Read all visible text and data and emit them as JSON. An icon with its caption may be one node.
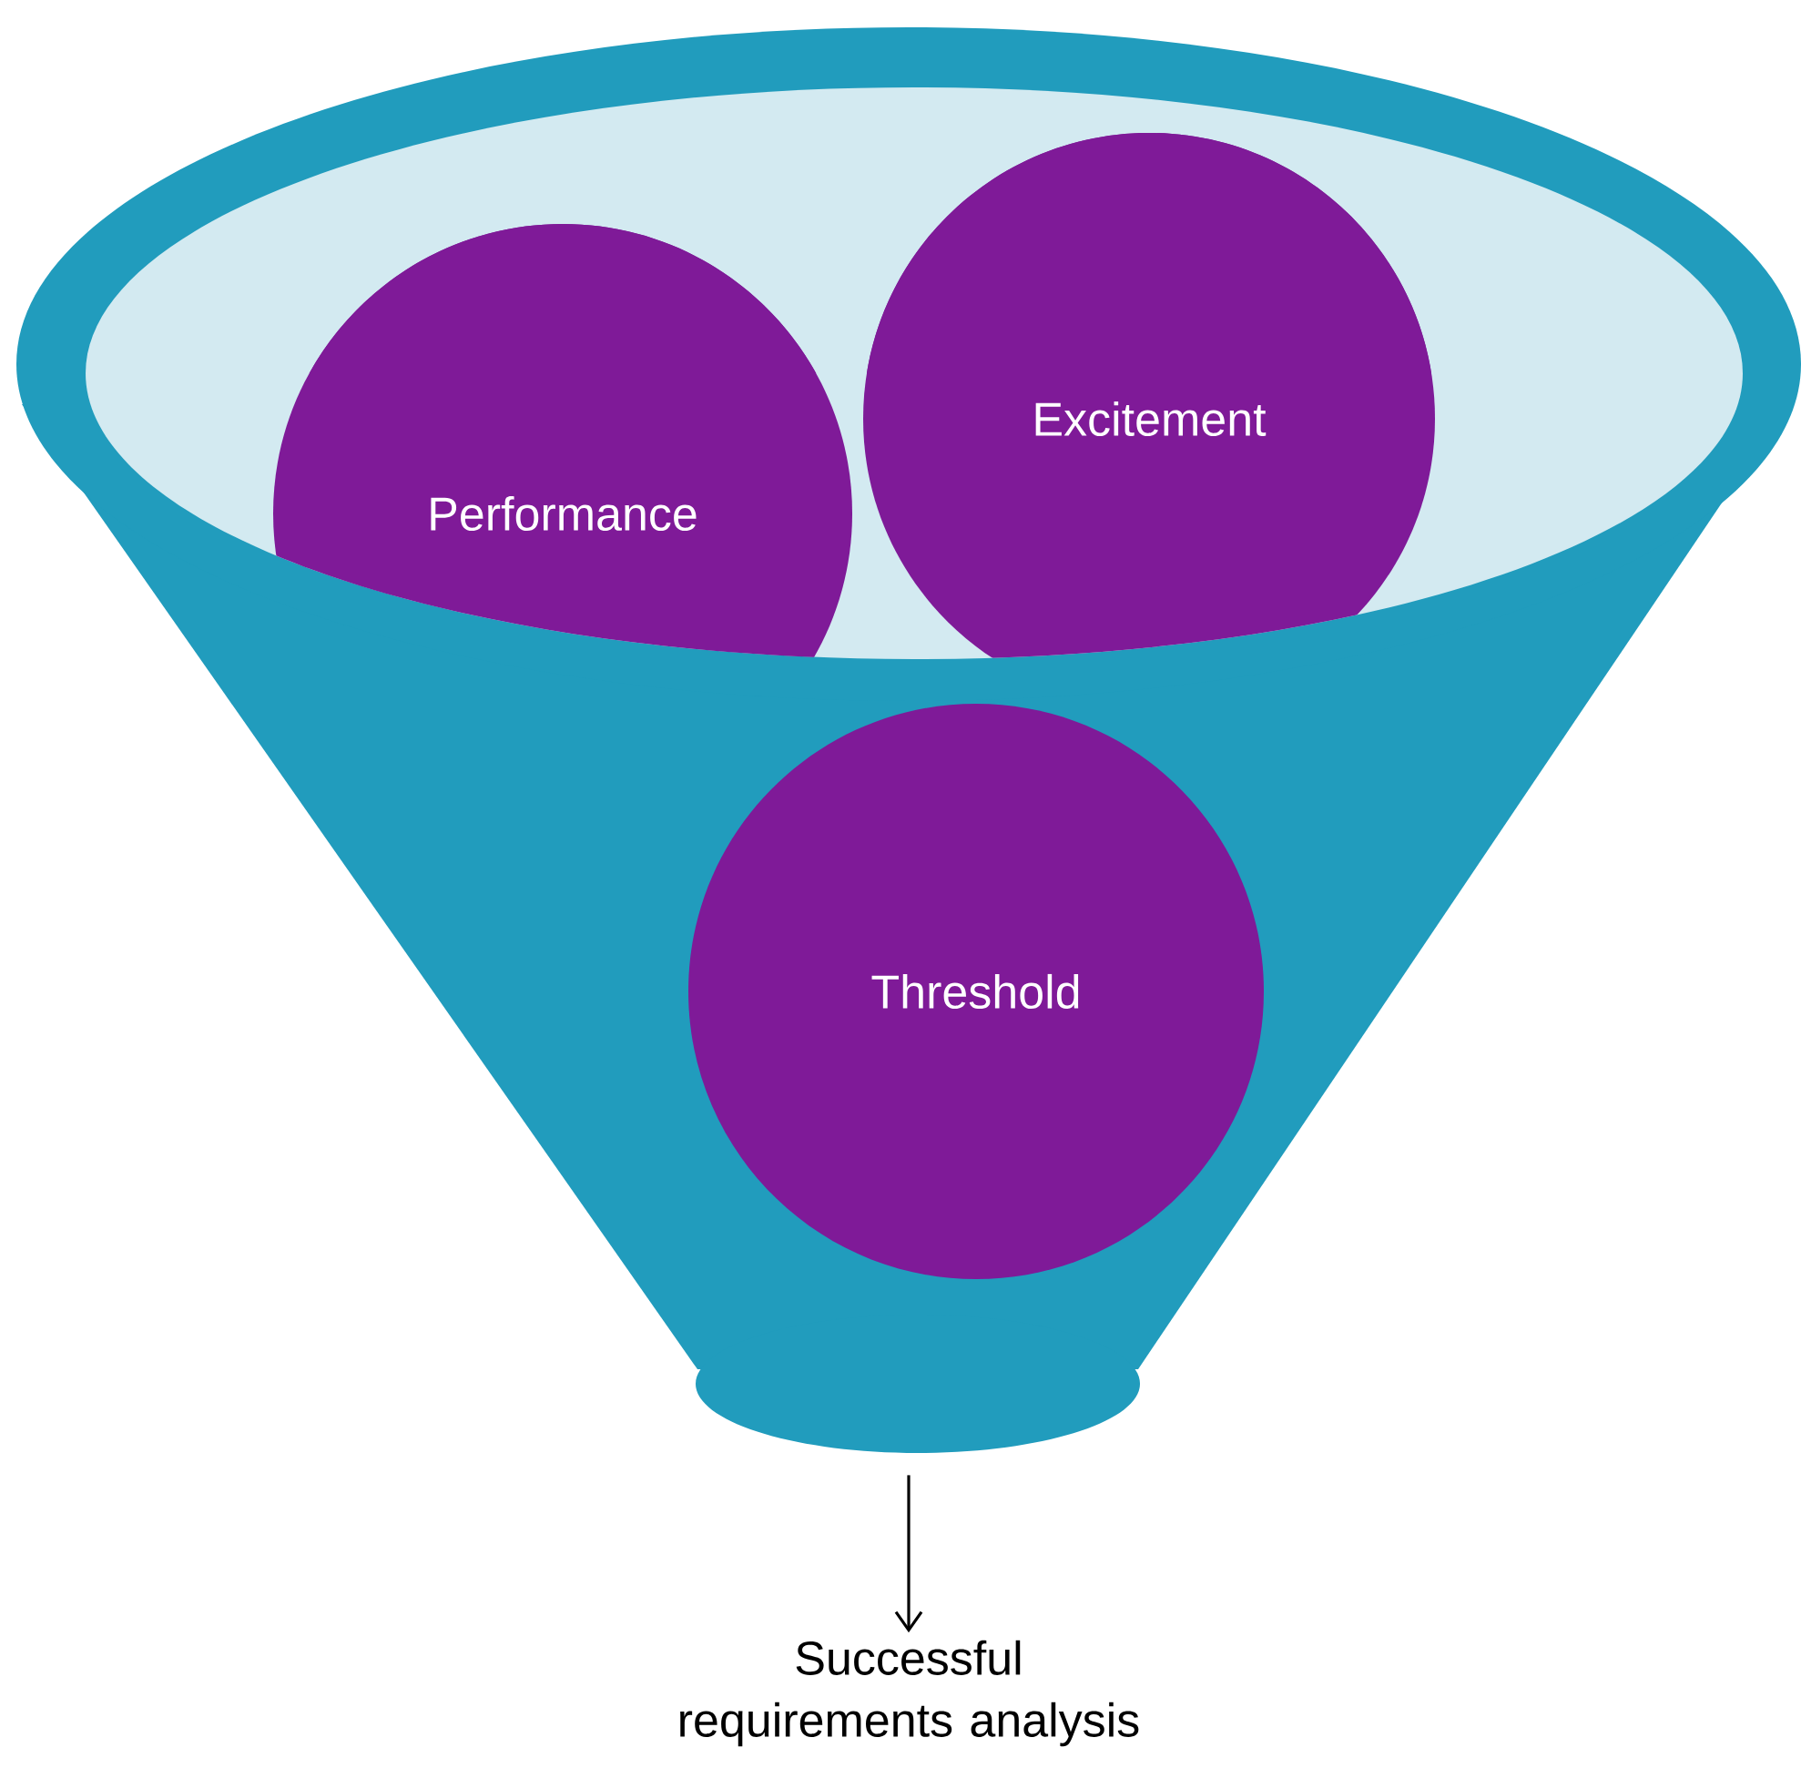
{
  "diagram": {
    "nodes": [
      {
        "text": [],
        "shape": "funnel"
      },
      {
        "text": [
          "Performance"
        ]
      },
      {
        "text": [
          "Excitement"
        ]
      },
      {
        "text": [
          "Threshold"
        ],
        "in": 0
      },
      {
        "text": [
          "Successful requirements analysis"
        ]
      }
    ],
    "edges": [
      {
        "from": 0,
        "to": 4,
        "arrow": "to"
      }
    ]
  }
}
